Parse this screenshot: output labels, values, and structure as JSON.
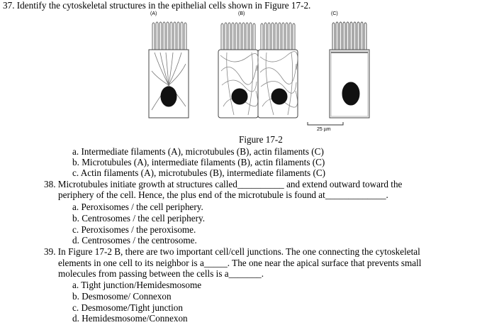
{
  "q37": {
    "stem": "37. Identify the cytoskeletal structures in the epithelial cells shown in Figure 17-2.",
    "figure": {
      "panel_a": "(A)",
      "panel_b": "(B)",
      "panel_c": "(C)",
      "scale_label": "25 µm",
      "caption": "Figure 17-2"
    },
    "options": [
      "a.  Intermediate filaments (A), microtubules (B), actin filaments (C)",
      "b.  Microtubules (A), intermediate filaments (B), actin filaments (C)",
      "c.  Actin filaments (A), microtubules (B), intermediate filaments (C)"
    ]
  },
  "q38": {
    "line1": "38. Microtubules initiate growth at structures called__________ and extend outward toward the",
    "line2": "periphery of the cell.  Hence, the plus end of the microtubule is found at_____________.",
    "options": [
      "a.  Peroxisomes / the cell periphery.",
      "b.  Centrosomes / the cell periphery.",
      "c.  Peroxisomes / the peroxisome.",
      "d.  Centrosomes / the centrosome."
    ]
  },
  "q39": {
    "line1": "39. In Figure 17-2 B, there are two important cell/cell junctions.  The one connecting the cytoskeletal",
    "line2": "elements in one cell to its neighbor is a_____.  The one near the apical surface that prevents small",
    "line3": "molecules from passing between the cells is a_______.",
    "options": [
      "a.  Tight junction/Hemidesmosome",
      "b.  Desmosome/ Connexon",
      "c.  Desmosome/Tight junction",
      "d.  Hemidesmosome/Connexon"
    ]
  }
}
